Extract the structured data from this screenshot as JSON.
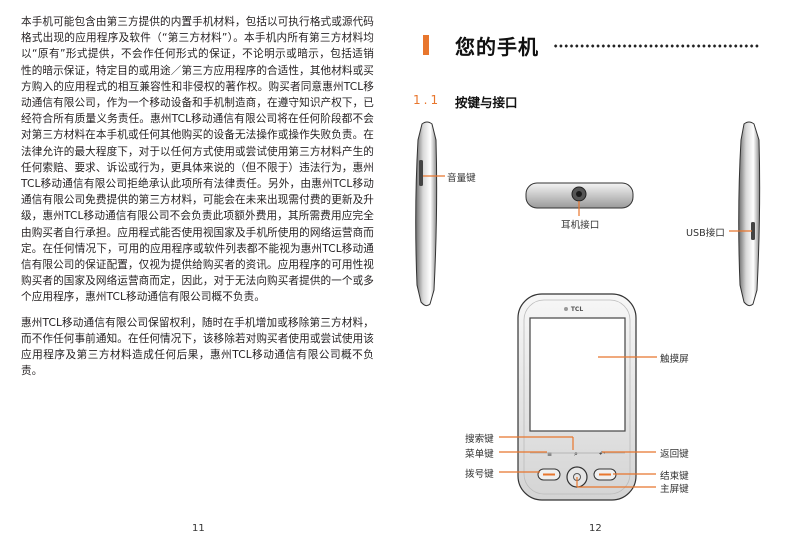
{
  "left_page": {
    "paragraphs": [
      "本手机可能包含由第三方提供的内置手机材料，包括以可执行格式或源代码格式出现的应用程序及软件（“第三方材料”）。本手机内所有第三方材料均以“原有”形式提供，不会作任何形式的保证，不论明示或暗示，包括适销性的暗示保证，特定目的或用途／第三方应用程序的合适性，其他材料或买方购入的应用程式的相互兼容性和非侵权的著作权。购买者同意惠州TCL移动通信有限公司，作为一个移动设备和手机制造商，在遵守知识产权下，已经符合所有质量义务责任。惠州TCL移动通信有限公司将在任何阶段都不会对第三方材料在本手机或任何其他购买的设备无法操作或操作失败负责。在法律允许的最大程度下，对于以任何方式使用或尝试使用第三方材料产生的任何索赔、要求、诉讼或行为，更具体来说的（但不限于）违法行为，惠州TCL移动通信有限公司拒绝承认此项所有法律责任。另外，由惠州TCL移动通信有限公司免费提供的第三方材料，可能会在未来出现需付费的更新及升级，惠州TCL移动通信有限公司不会负责此项额外费用，其所需费用应完全由购买者自行承担。应用程式能否使用视国家及手机所使用的网络运营商而定。在任何情况下，可用的应用程序或软件列表都不能视为惠州TCL移动通信有限公司的保证配置，仅视为提供给购买者的资讯。应用程序的可用性视购买者的国家及网络运营商而定，因此，对于无法向购买者提供的一个或多个应用程序，惠州TCL移动通信有限公司概不负责。",
      "惠州TCL移动通信有限公司保留权利，随时在手机增加或移除第三方材料，而不作任何事前通知。在任何情况下，该移除若对购买者使用或尝试使用该应用程序及第三方材料造成任何后果，惠州TCL移动通信有限公司概不负责。"
    ],
    "page_number": "11"
  },
  "right_page": {
    "chapter_title": "您的手机",
    "section_number": "1.1",
    "section_title": "按键与接口",
    "labels": {
      "volume": "音量键",
      "headset": "耳机接口",
      "usb": "USB接口",
      "touchscreen": "触摸屏",
      "search": "搜索键",
      "menu": "菜单键",
      "back": "返回键",
      "call": "拨号键",
      "end": "结束键",
      "home": "主屏键"
    },
    "brand": "TCL",
    "page_number": "12"
  },
  "colors": {
    "accent": "#e8762d",
    "text": "#231f20"
  }
}
